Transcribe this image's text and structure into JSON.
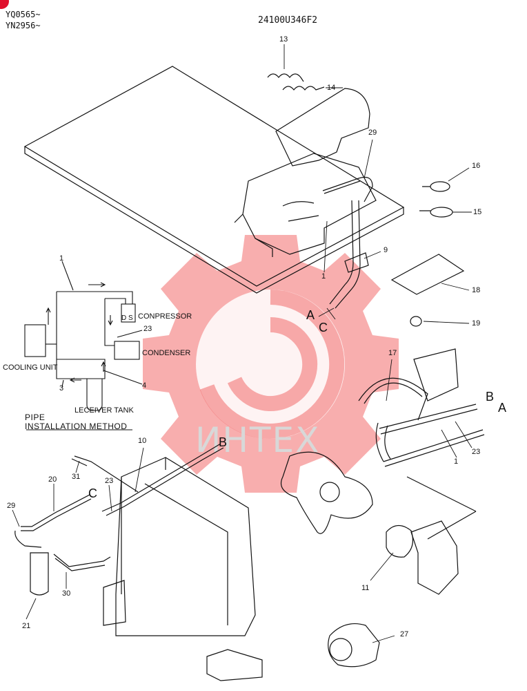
{
  "header": {
    "serial_top": "YQ0565~",
    "serial_bottom": "YN2956~",
    "drawing_number": "24100U346F2"
  },
  "schematic": {
    "compressor": "CONPRESSOR",
    "compressor_ports": "D S",
    "condenser": "CONDENSER",
    "cooling_unit": "COOLING UNIT",
    "receiver_tank": "LECEIVER TANK",
    "title_line1": "PIPE",
    "title_line2": "INSTALLATION METHOD",
    "callouts": [
      "1",
      "23",
      "4",
      "3"
    ]
  },
  "connectors": {
    "a_top": "A",
    "c_top": "C",
    "b_right": "B",
    "a_right": "A",
    "b_lower": "B",
    "c_lower": "C"
  },
  "parts": [
    "13",
    "14",
    "29",
    "16",
    "15",
    "9",
    "1",
    "18",
    "19",
    "17",
    "23",
    "1",
    "10",
    "31",
    "20",
    "23",
    "29",
    "21",
    "30",
    "11",
    "27"
  ],
  "watermark": {
    "text": "ИНТЕХ",
    "color": "#f04a4a"
  }
}
